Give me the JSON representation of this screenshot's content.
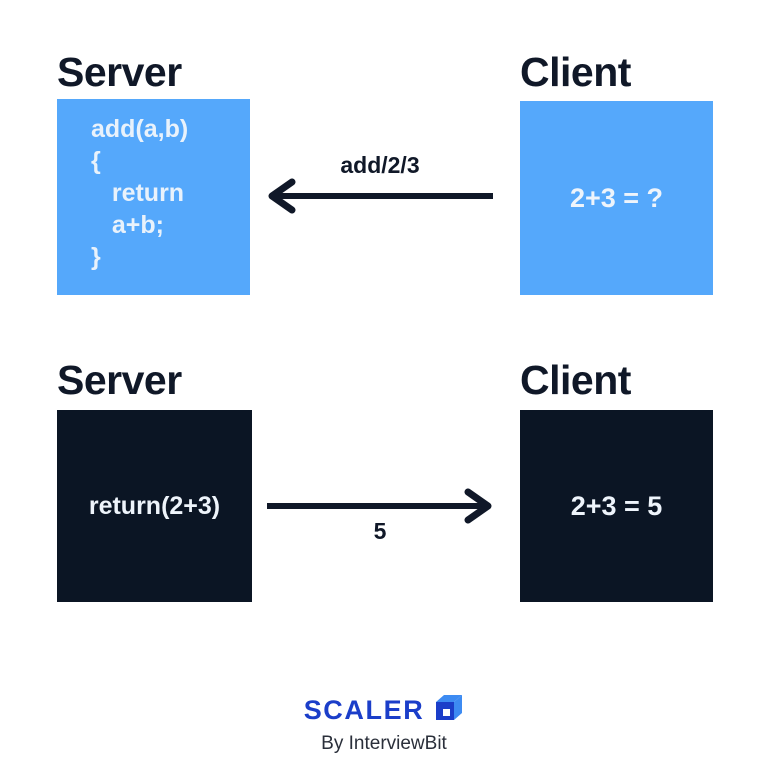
{
  "diagram": {
    "rows": [
      {
        "id": "request",
        "left_title": "Server",
        "left_code": "add(a,b)\n{\n   return\n   a+b;\n}",
        "arrow_label": "add/2/3",
        "arrow_direction": "left",
        "right_title": "Client",
        "right_text": "2+3 = ?",
        "box_color": "#55a8fb"
      },
      {
        "id": "response",
        "left_title": "Server",
        "left_text": "return(2+3)",
        "arrow_label": "5",
        "arrow_direction": "right",
        "right_title": "Client",
        "right_text": "2+3 = 5",
        "box_color": "#0b1524"
      }
    ]
  },
  "colors": {
    "blue_box": "#55a8fb",
    "dark_box": "#0b1524",
    "heading": "#101828",
    "arrow": "#101828",
    "brand_blue": "#1b3ec9",
    "logo_light_blue": "#3d8bf2",
    "logo_dark_blue": "#1b3ec9",
    "background": "#ffffff"
  },
  "brand": {
    "wordmark": "SCALER",
    "subtitle": "By InterviewBit",
    "logo_icon": "cube-icon"
  }
}
